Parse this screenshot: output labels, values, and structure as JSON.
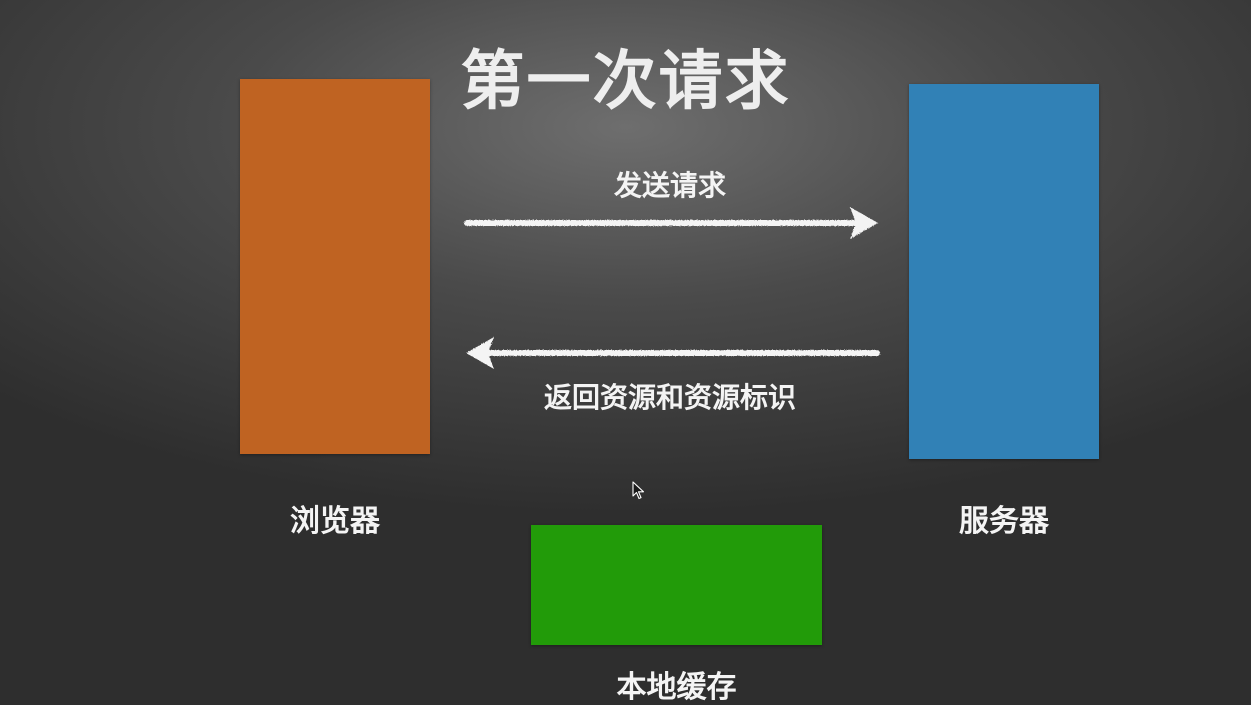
{
  "title": "第一次请求",
  "nodes": {
    "browser": "浏览器",
    "server": "服务器",
    "cache": "本地缓存"
  },
  "edges": {
    "send": "发送请求",
    "return": "返回资源和资源标识"
  },
  "colors": {
    "browser": "#bf6322",
    "server": "#3181b6",
    "cache": "#229b09",
    "arrow": "#f4f4f4"
  }
}
